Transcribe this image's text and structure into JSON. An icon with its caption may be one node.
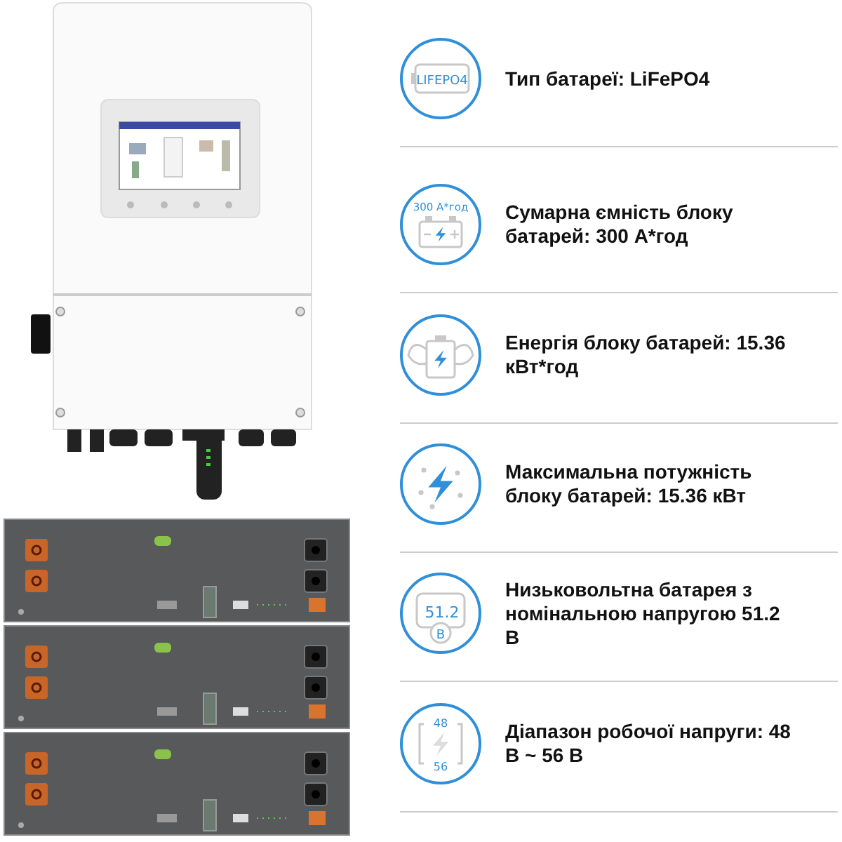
{
  "diagram": {
    "labels": [
      "LIFEPO4",
      "Тип батареї: LiFePO4",
      "300 А*год",
      "Сумарна ємність блоку батарей: 300 А*год",
      "Енергія блоку батарей: 15.36 кВт*год",
      "Максимальна потужність блоку батарей: 15.36 кВт",
      "51.2",
      "В",
      "Низьковольтна батарея з номінальною напругою 51.2 В",
      "48",
      "56",
      "Діапазон робочої напруги: 48 В ~ 56 В"
    ]
  }
}
